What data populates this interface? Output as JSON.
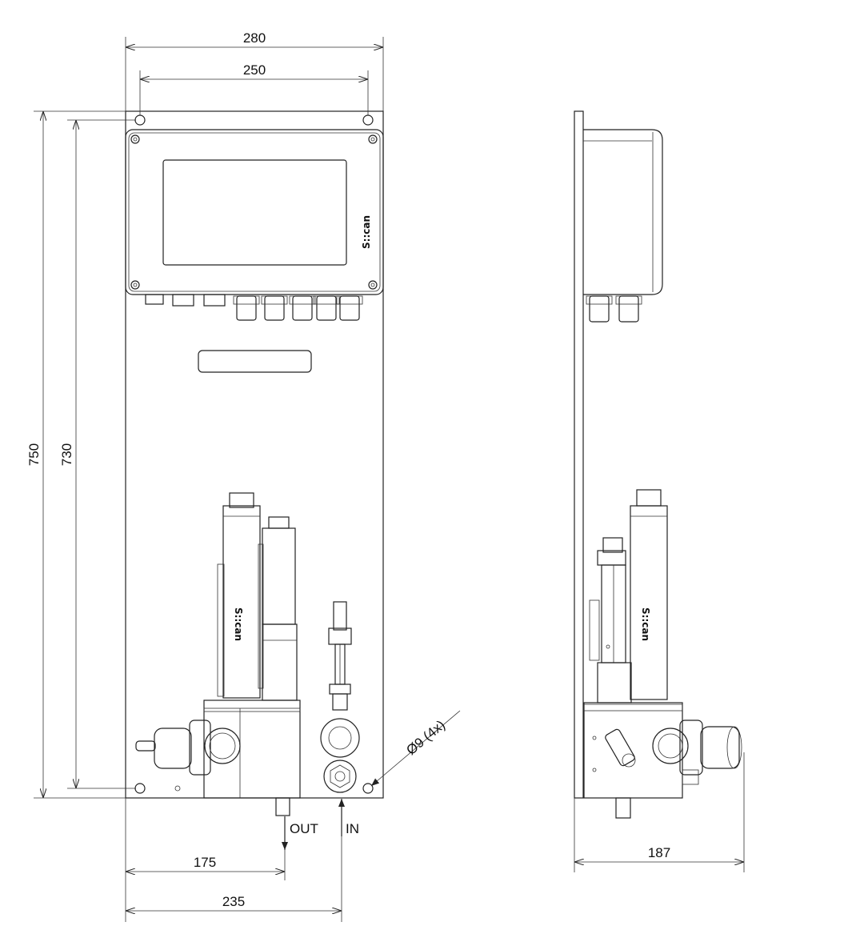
{
  "dimensions": {
    "overall_width": "280",
    "hole_spacing": "250",
    "overall_height": "750",
    "hole_height": "730",
    "out_offset": "175",
    "in_offset": "235",
    "depth": "187",
    "hole_diameter": "Ø9 (4x)"
  },
  "labels": {
    "out": "OUT",
    "in": "IN",
    "logo": "S::can"
  }
}
